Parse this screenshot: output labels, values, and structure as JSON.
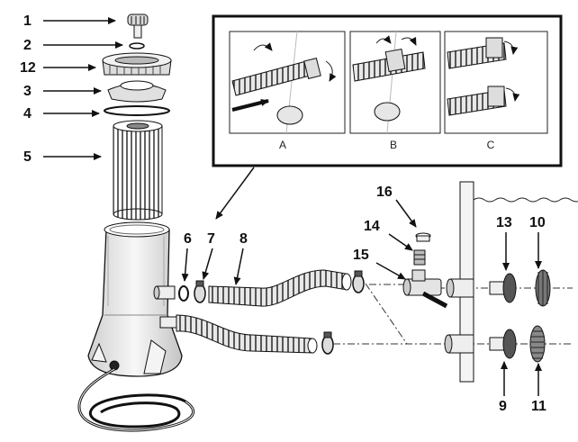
{
  "callouts": {
    "n1": "1",
    "n2": "2",
    "n12": "12",
    "n3": "3",
    "n4": "4",
    "n5": "5",
    "n6": "6",
    "n7": "7",
    "n8": "8",
    "n16": "16",
    "n14": "14",
    "n15": "15",
    "n13": "13",
    "n10": "10",
    "n9": "9",
    "n11": "11"
  },
  "inset": {
    "panels": [
      {
        "label": "A"
      },
      {
        "label": "B"
      },
      {
        "label": "C"
      }
    ]
  }
}
